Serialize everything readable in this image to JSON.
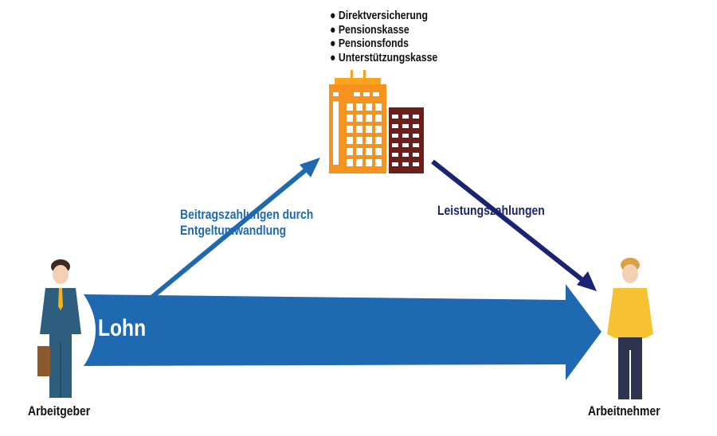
{
  "providers": [
    "Direktversicherung",
    "Pensionskasse",
    "Pensionsfonds",
    "Unterstützungskasse"
  ],
  "bullet": "●",
  "labels": {
    "contribution_line1": "Beitragszahlungen durch",
    "contribution_line2": "Entgeltumwandlung",
    "benefits": "Leistungszahlungen",
    "wage": "Lohn",
    "employer": "Arbeitgeber",
    "employee": "Arbeitnehmer"
  },
  "colors": {
    "blue": "#1f69b0",
    "navy": "#1a2470",
    "orange": "#f7931e",
    "darkred": "#6e1f1c"
  }
}
